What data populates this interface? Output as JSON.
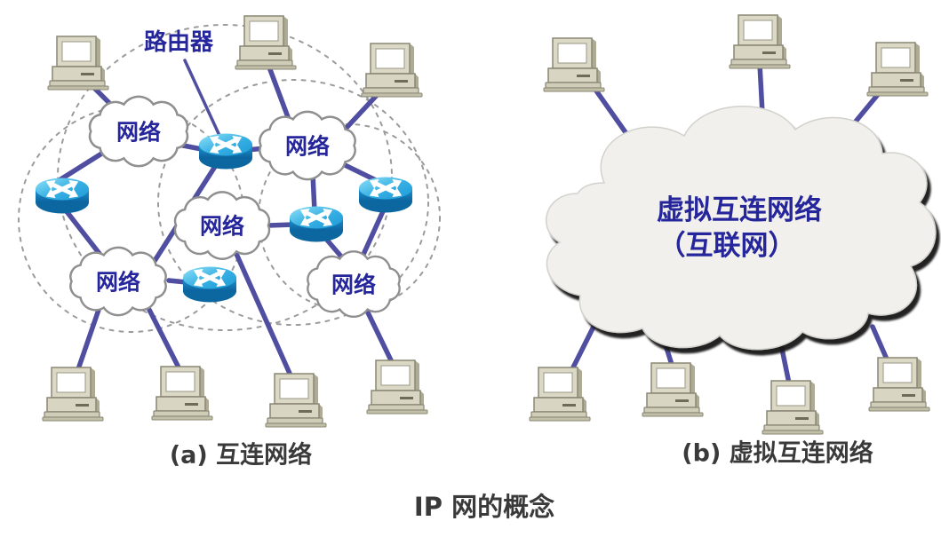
{
  "title": "IP 网的概念",
  "panel_a": {
    "caption": "(a) 互连网络",
    "router_label": "路由器",
    "network_label": "网络"
  },
  "panel_b": {
    "caption": "(b) 虚拟互连网络",
    "cloud_line1": "虚拟互连网络",
    "cloud_line2": "（互联网）"
  },
  "colors": {
    "label_navy": "#26269c",
    "line_purple": "#504ea0",
    "caption_gray": "#3a3a3a",
    "router_blue_top": "#3cb6e8",
    "router_blue_side": "#1280bf",
    "big_cloud_fill": "#f1f0ed",
    "small_cloud_fill": "#ffffff",
    "computer_beige": "#d8d5c2"
  },
  "icons": {
    "computer": "computer-icon",
    "router": "router-icon",
    "small_cloud": "network-cloud",
    "big_cloud": "internet-cloud"
  }
}
